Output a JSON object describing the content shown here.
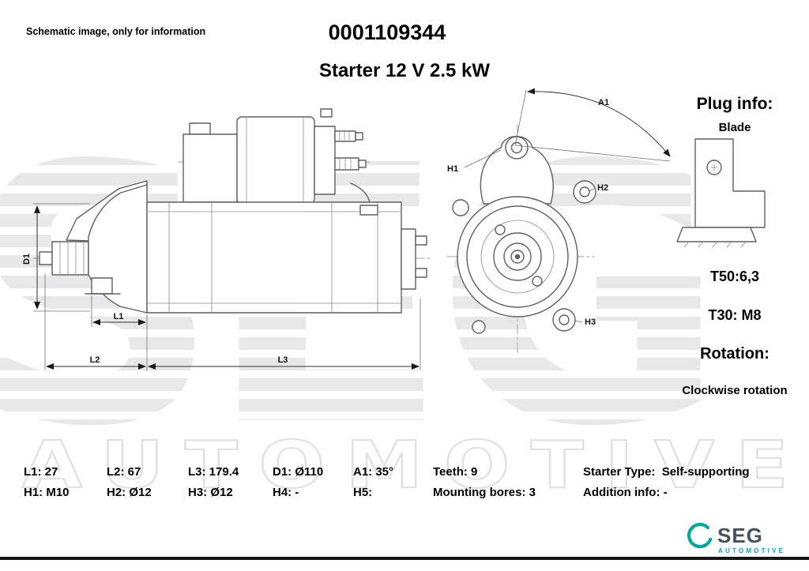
{
  "header": {
    "disclaimer": "Schematic image, only for information",
    "part_number": "0001109344",
    "title": "Starter 12 V 2.5 kW"
  },
  "plug": {
    "heading": "Plug info:",
    "type": "Blade",
    "t50": "T50:6,3",
    "t30": "T30: M8",
    "rotation_heading": "Rotation:",
    "rotation_value": "Clockwise rotation"
  },
  "diagram": {
    "labels": {
      "d1": "D1",
      "l1": "L1",
      "l2": "L2",
      "l3": "L3",
      "h1": "H1",
      "h2": "H2",
      "h3": "H3",
      "a1": "A1"
    }
  },
  "specs": {
    "row1": [
      "L1: 27",
      "L2: 67",
      "L3: 179.4",
      "D1: Ø110",
      "A1: 35°",
      "Teeth: 9",
      "Starter Type:  Self-supporting"
    ],
    "row2": [
      "H1: M10",
      "H2: Ø12",
      "H3: Ø12",
      "H4: -",
      "H5:",
      "Mounting bores: 3",
      "Addition info: -"
    ]
  },
  "watermark": {
    "seg": "SEG",
    "automotive": "AUTOMOTIVE"
  },
  "logo": {
    "brand": "SEG",
    "sub": "AUTOMOTIVE"
  }
}
